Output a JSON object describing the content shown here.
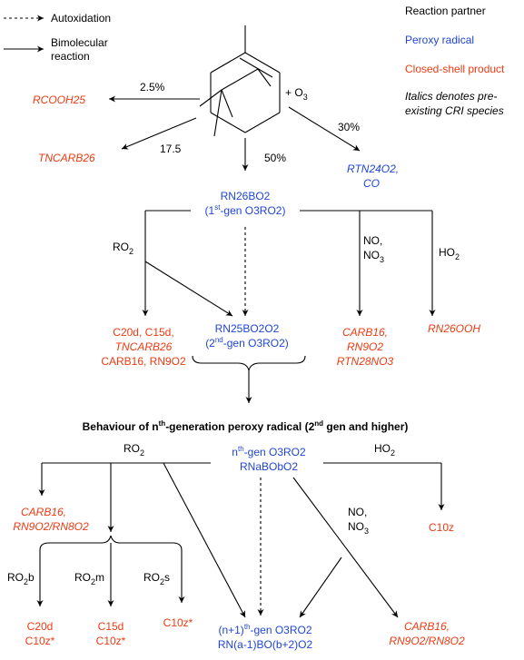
{
  "legend": {
    "autoxidation": "Autoxidation",
    "bimolecular": [
      "Bimolecular",
      "reaction"
    ],
    "reaction_partner": "Reaction partner",
    "peroxy_radical": "Peroxy radical",
    "closed_shell": "Closed-shell product",
    "italics_note": [
      "Italics denotes pre-",
      "existing CRI species"
    ]
  },
  "colors": {
    "peroxy": "#1f45d6",
    "closed_shell": "#ec3a12",
    "partner": "#000000"
  },
  "top": {
    "plus_o3": "+ O",
    "o3_sub": "3",
    "pct_rcooh": "2.5%",
    "rcooh": "RCOOH25",
    "pct_tncarb": "17.5",
    "tncarb": "TNCARB26",
    "pct_main": "50%",
    "pct_rtn": "30%",
    "rtn": [
      "RTN24O2,",
      "CO"
    ]
  },
  "first_gen": {
    "name": "RN26BO2",
    "label_pre": "(1",
    "label_sup": "st",
    "label_post": "-gen O3RO2)",
    "ro2": "RO",
    "ro2_sub": "2",
    "no_no3": [
      "NO,",
      "NO"
    ],
    "no3_sub": "3",
    "ho2": "HO",
    "ho2_sub": "2",
    "products_left": [
      "C20d, C15d,",
      "TNCARB26",
      "CARB16, RN9O2"
    ],
    "products_right": [
      "CARB16,",
      "RN9O2",
      "RTN28NO3"
    ],
    "rn26ooh": "RN26OOH"
  },
  "second_gen": {
    "name": "RN25BO2O2",
    "label_pre": "(2",
    "label_sup": "nd",
    "label_post": "-gen O3RO2)"
  },
  "heading": {
    "pre": "Behaviour of n",
    "sup": "th",
    "post": "-generation peroxy radical (2",
    "sup2": "nd",
    "post2": " gen and higher)"
  },
  "nth_gen": {
    "label_pre": "n",
    "label_sup": "th",
    "label_post": "-gen O3RO2",
    "name": "RNaBObO2",
    "ro2": "RO",
    "ro2_sub": "2",
    "ho2": "HO",
    "ho2_sub": "2",
    "no_no3": [
      "NO,",
      "NO"
    ],
    "no3_sub": "3",
    "c10z": "C10z",
    "carb_left": [
      "CARB16,",
      "RN9O2/RN8O2"
    ],
    "ro2b": "b",
    "ro2m": "m",
    "ro2s": "s",
    "prod_b": [
      "C20d",
      "C10z*"
    ],
    "prod_m": [
      "C15d",
      "C10z*"
    ],
    "prod_s": "C10z*",
    "next_pre": "(n+1)",
    "next_sup": "th",
    "next_post": "-gen O3RO2",
    "next_name": "RN(a-1)BO(b+2)O2",
    "carb_right": [
      "CARB16,",
      "RN9O2/RN8O2"
    ]
  }
}
